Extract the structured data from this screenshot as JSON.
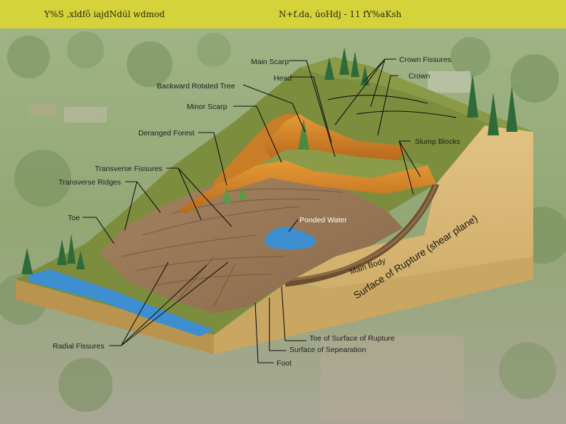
{
  "header": {
    "left_text": "Y%S ,xldfõ iajdNdúl wdmod",
    "right_text": "N+f.da, úoHdj - 11 fY%aKsh"
  },
  "labels": {
    "main_scarp": "Main Scarp",
    "crown_fissures": "Crown Fissures",
    "head": "Head",
    "crown": "Crown",
    "backward_rotated_tree": "Backward Rotated Tree",
    "minor_scarp": "Minor Scarp",
    "deranged_forest": "Deranged Forest",
    "slump_blocks": "Slump Blocks",
    "transverse_fissures": "Transverse Fissures",
    "transverse_ridges": "Transverse Ridges",
    "toe": "Toe",
    "ponded_water": "Ponded Water",
    "main_body": "Main Body",
    "surface_of_rupture": "Surface of Rupture (shear plane)",
    "toe_of_surface_of_rupture": "Toe of Surface of Rupture",
    "surface_of_separation": "Surface of Sepearation",
    "foot": "Foot",
    "radial_fissures": "Radial Fissures"
  },
  "colors": {
    "header_bg": "#d6d23a",
    "grass": "#7c8d3e",
    "soil_side": "#d9b877",
    "slide_mass": "#9a7a5a",
    "scarp_orange": "#d98a2b",
    "water": "#3d8fd0"
  }
}
